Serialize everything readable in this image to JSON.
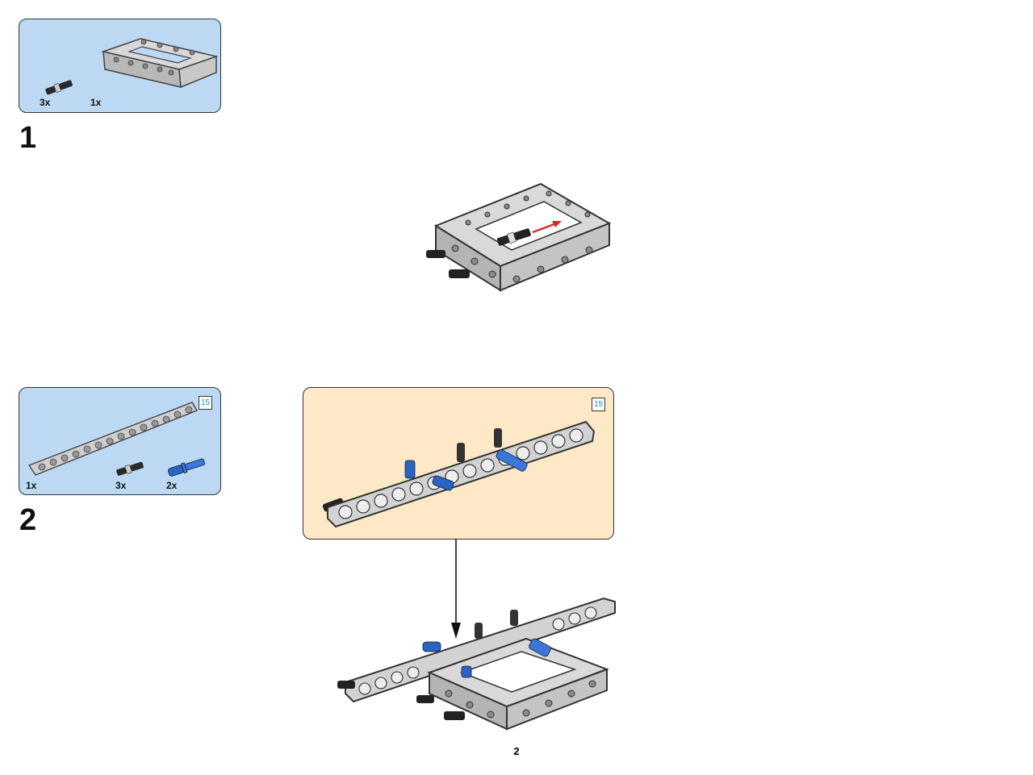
{
  "step1": {
    "number": "1",
    "parts": [
      {
        "qty": "3x",
        "icon": "black-friction-pin-icon"
      },
      {
        "qty": "1x",
        "icon": "grey-open-frame-icon"
      }
    ]
  },
  "step2": {
    "number": "2",
    "parts": [
      {
        "qty": "1x",
        "icon": "grey-beam-15-icon"
      },
      {
        "qty": "3x",
        "icon": "black-friction-pin-icon"
      },
      {
        "qty": "2x",
        "icon": "blue-axle-pin-icon"
      }
    ],
    "parts_badge": "15",
    "subassembly_badge": "15"
  },
  "page": {
    "number": "2"
  },
  "colors": {
    "parts_box": "#bcd8f2",
    "subassembly_box": "#fde9c8",
    "part_grey": "#c8c8c8",
    "part_blue": "#2a63c4",
    "part_black": "#222222",
    "arrow_red": "#d8262a",
    "badge_text": "#1a8fd0"
  }
}
